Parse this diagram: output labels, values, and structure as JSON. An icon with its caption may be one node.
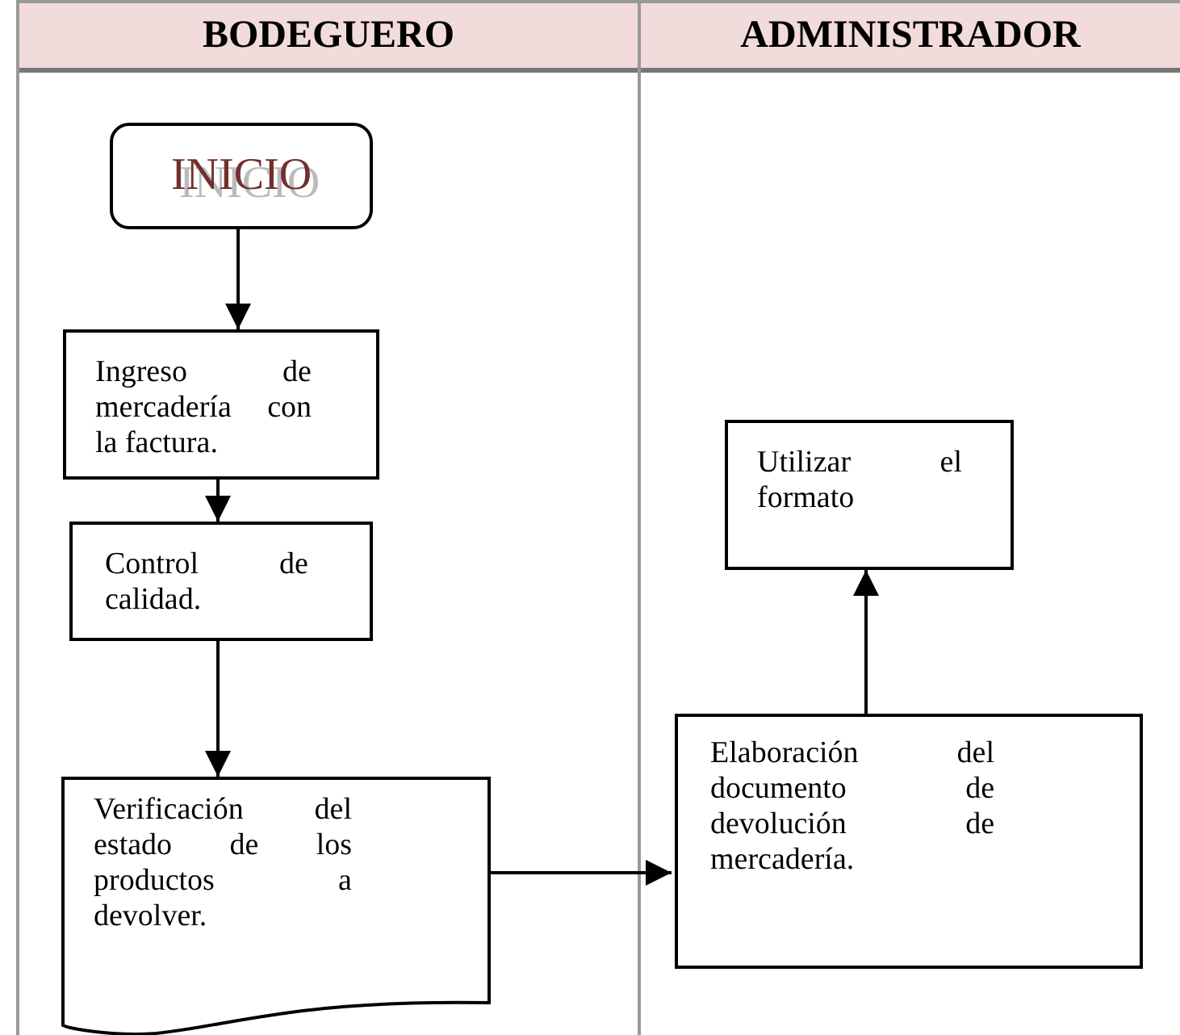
{
  "diagram": {
    "nodes": [
      {
        "text": [
          "BODEGUERO"
        ]
      },
      {
        "text": [
          "ADMINISTRADOR"
        ]
      },
      {
        "text": [
          "INICIO"
        ],
        "in": 0
      },
      {
        "text": [
          "Ingreso de mercadería con la factura."
        ],
        "in": 0
      },
      {
        "text": [
          "Control de calidad."
        ],
        "in": 0
      },
      {
        "text": [
          "Verificación del estado de los productos a devolver."
        ],
        "in": 0
      },
      {
        "text": [
          "Utilizar el formato"
        ],
        "in": 1
      },
      {
        "text": [
          "Elaboración del documento de devolución de mercadería."
        ],
        "in": 1
      }
    ],
    "edges": [
      {
        "from": 2,
        "to": 3,
        "arrow": "to"
      },
      {
        "from": 3,
        "to": 4,
        "arrow": "to"
      },
      {
        "from": 4,
        "to": 5,
        "arrow": "to"
      },
      {
        "from": 5,
        "to": 7,
        "arrow": "to"
      },
      {
        "from": 7,
        "to": 6,
        "arrow": "to"
      }
    ]
  }
}
